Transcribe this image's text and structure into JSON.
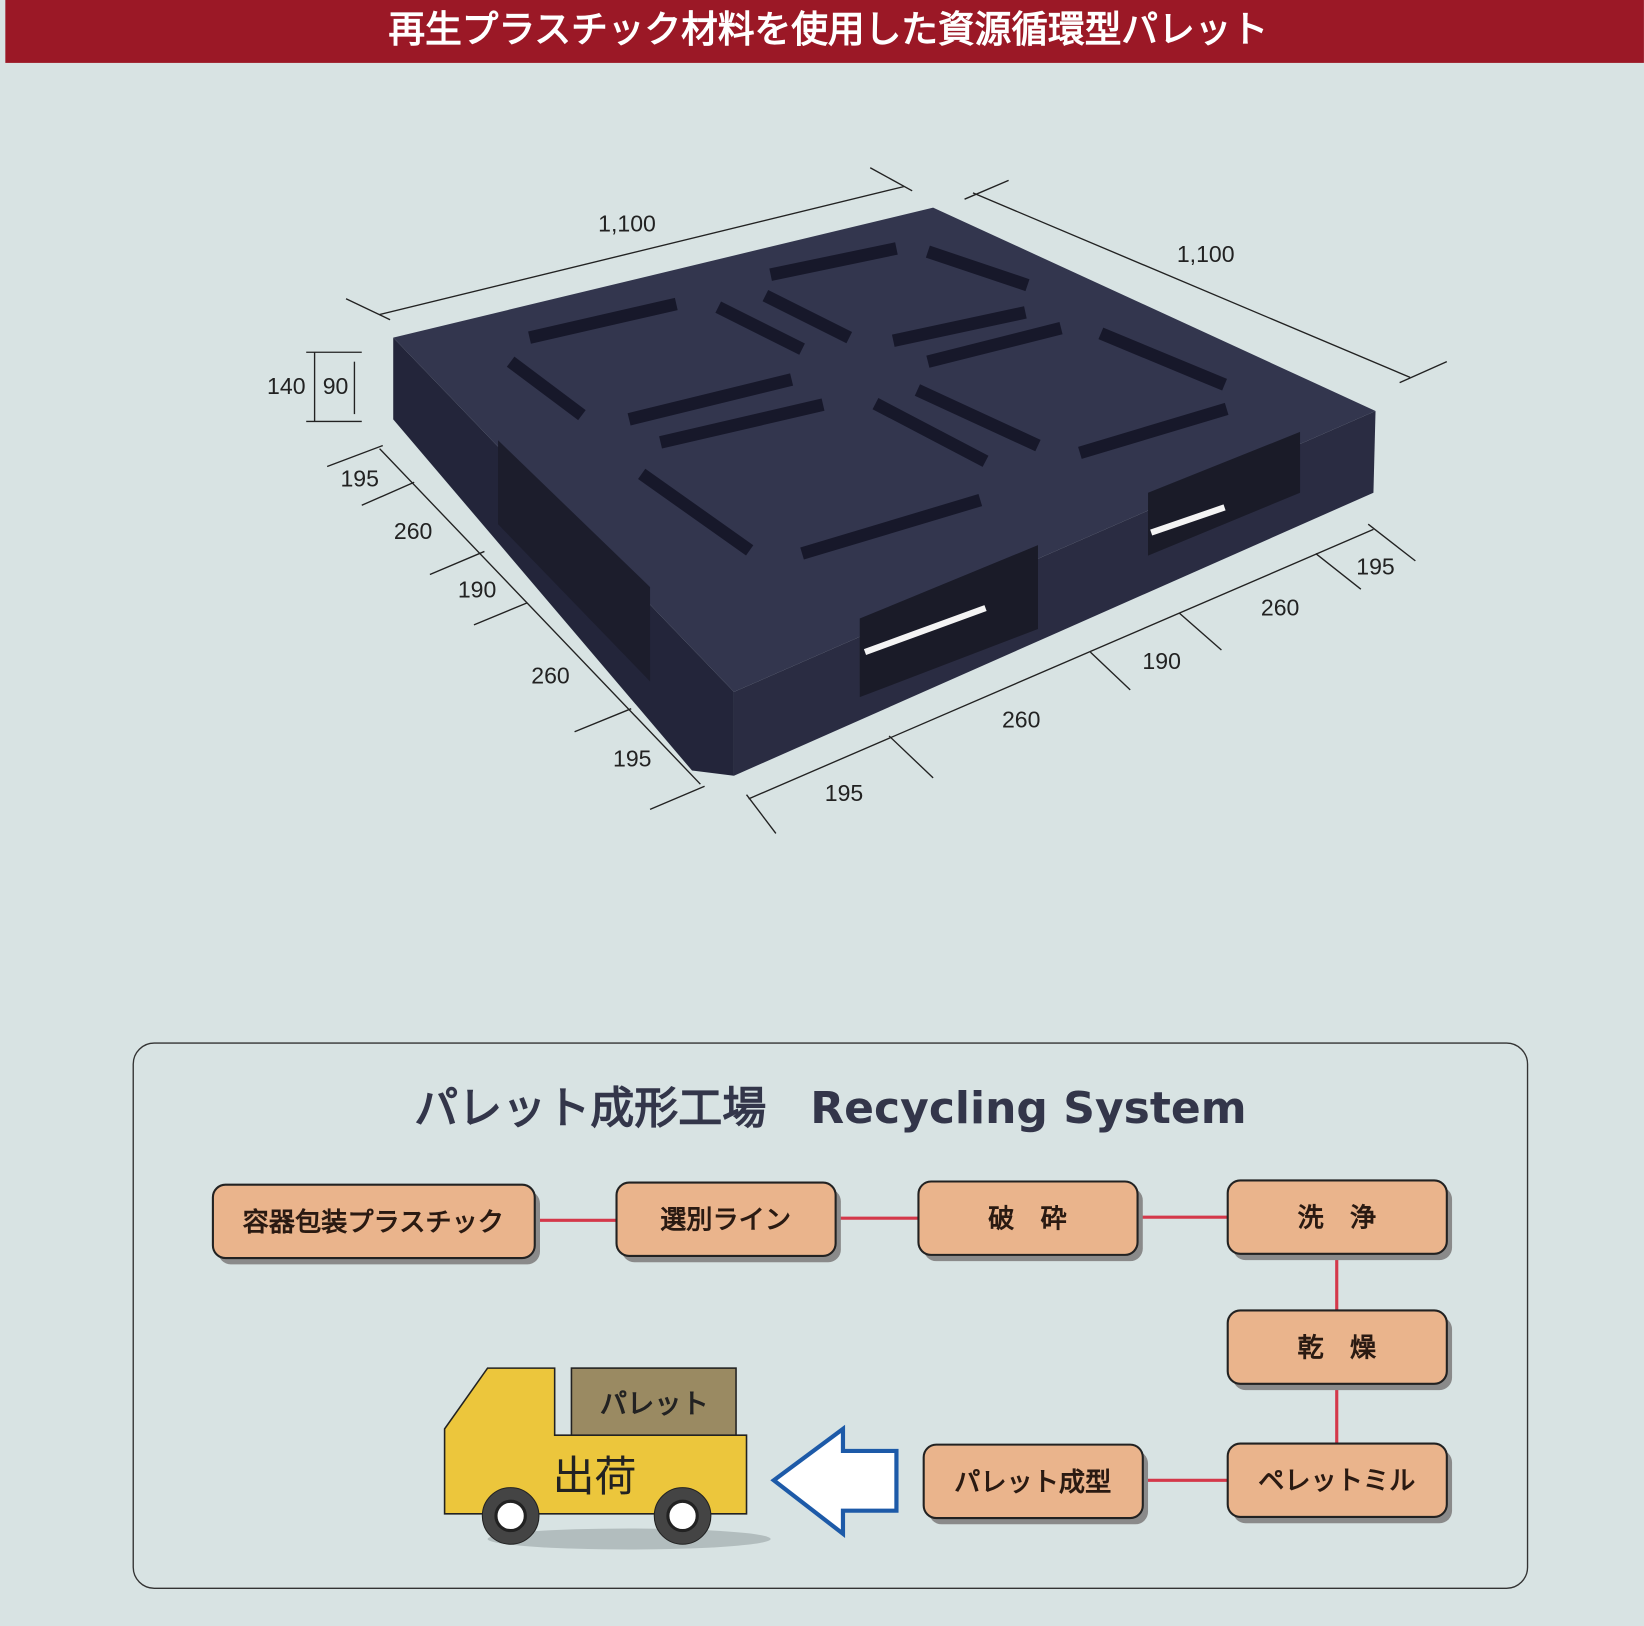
{
  "header": {
    "title": "再生プラスチック材料を使用した資源循環型パレット",
    "color": "#9b1826"
  },
  "pallet": {
    "color": "#2e3046",
    "dimensions": {
      "length_top": "1,100",
      "width_right": "1,100",
      "height_total": "140",
      "height_inner": "90",
      "left_side": [
        "195",
        "260",
        "190",
        "260",
        "195"
      ],
      "front_side": [
        "195",
        "260",
        "190",
        "260",
        "195"
      ]
    }
  },
  "recycling": {
    "title": "パレット成形工場　Recycling System",
    "box_color": "#eab48c",
    "connector_color": "#d4384a",
    "steps": [
      "容器包装プラスチック",
      "選別ライン",
      "破　砕",
      "洗　浄",
      "乾　燥",
      "ペレットミル",
      "パレット成型"
    ],
    "truck": {
      "cargo_label": "パレット",
      "body_label": "出荷"
    }
  }
}
